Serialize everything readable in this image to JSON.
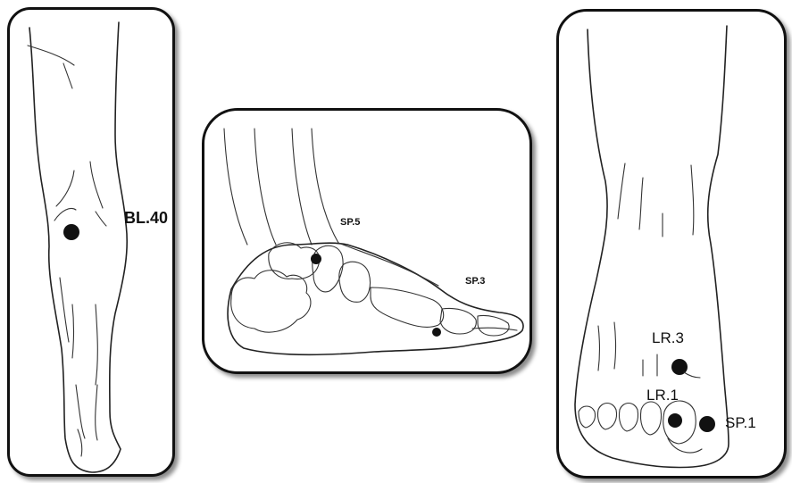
{
  "panels": {
    "leg": {
      "points": [
        {
          "label": "BL.40"
        }
      ]
    },
    "side_foot": {
      "points": [
        {
          "label": "SP.5"
        },
        {
          "label": "SP.3"
        }
      ]
    },
    "top_foot": {
      "points": [
        {
          "label": "LR.3"
        },
        {
          "label": "LR.1"
        },
        {
          "label": "SP.1"
        }
      ]
    }
  }
}
